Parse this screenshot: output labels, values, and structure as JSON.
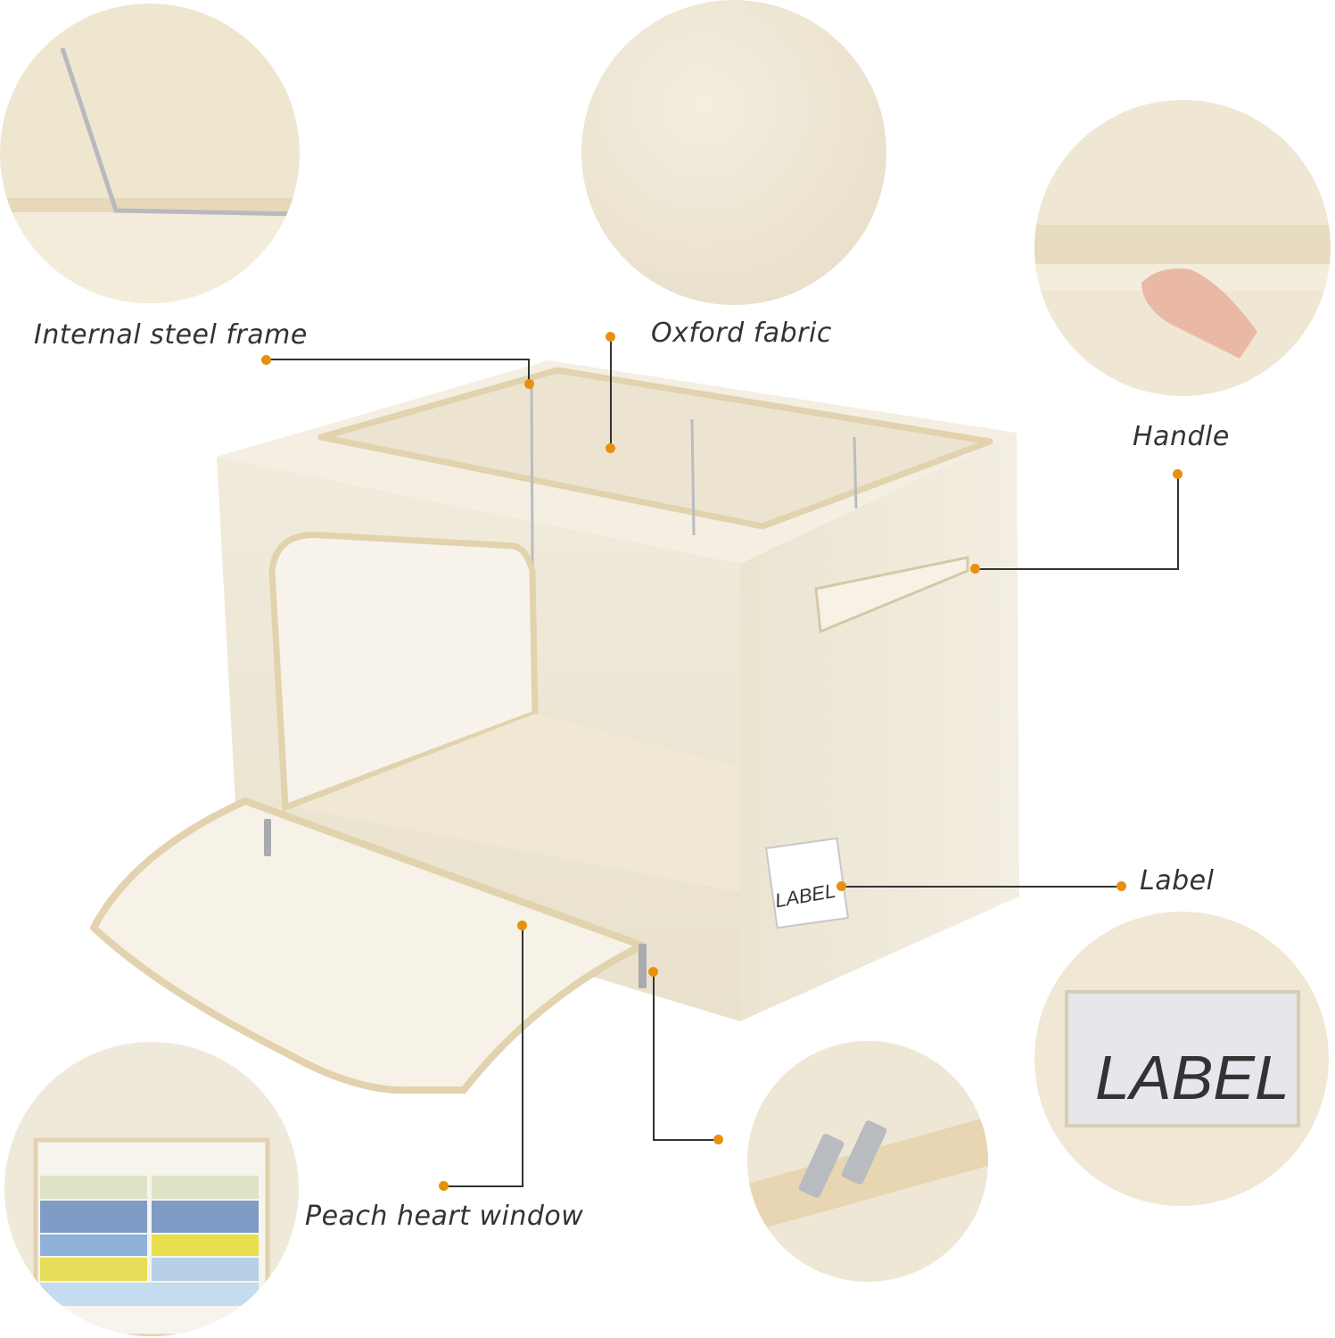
{
  "callouts": {
    "steel_frame": "Internal steel frame",
    "oxford": "Oxford fabric",
    "handle": "Handle",
    "label": "Label",
    "window": "Peach heart window"
  },
  "label_card": {
    "small": "LABEL",
    "large": "LABEL"
  },
  "colors": {
    "fabric": "#efe8d6",
    "dot": "#e8900e",
    "zipper_tape": "#e6d7b6",
    "line": "#333333"
  }
}
